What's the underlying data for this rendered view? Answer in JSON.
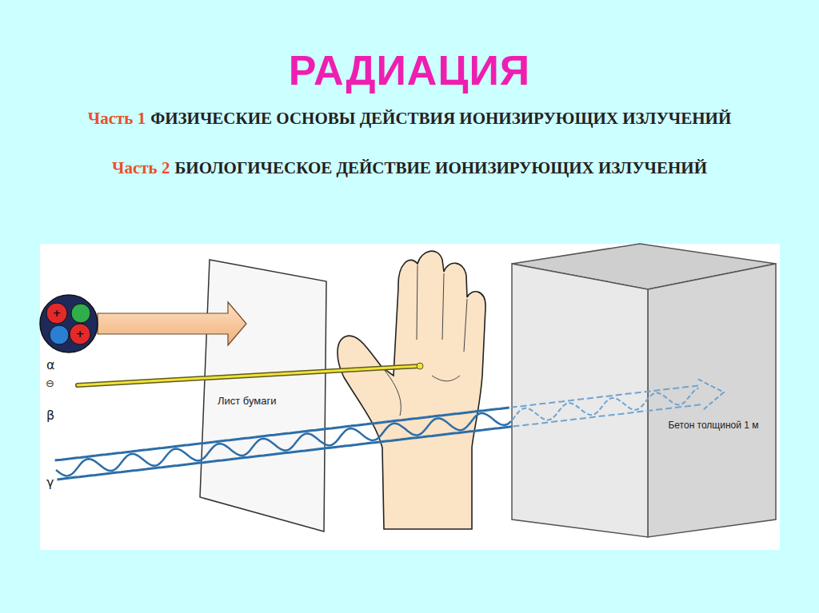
{
  "diagram": {
    "title": "РАДИАЦИЯ",
    "labels": [
      "Часть 1",
      "ФИЗИЧЕСКИЕ ОСНОВЫ ДЕЙСТВИЯ ИОНИЗИРУЮЩИХ ИЗЛУЧЕНИЙ",
      "Часть 2",
      "БИОЛОГИЧЕСКОЕ ДЕЙСТВИЕ ИОНИЗИРУЮЩИХ ИЗЛУЧЕНИЙ",
      "+",
      "+",
      "α",
      "⊖",
      "β",
      "γ",
      "Лист бумаги",
      "Бетон толщиной 1 м"
    ]
  }
}
